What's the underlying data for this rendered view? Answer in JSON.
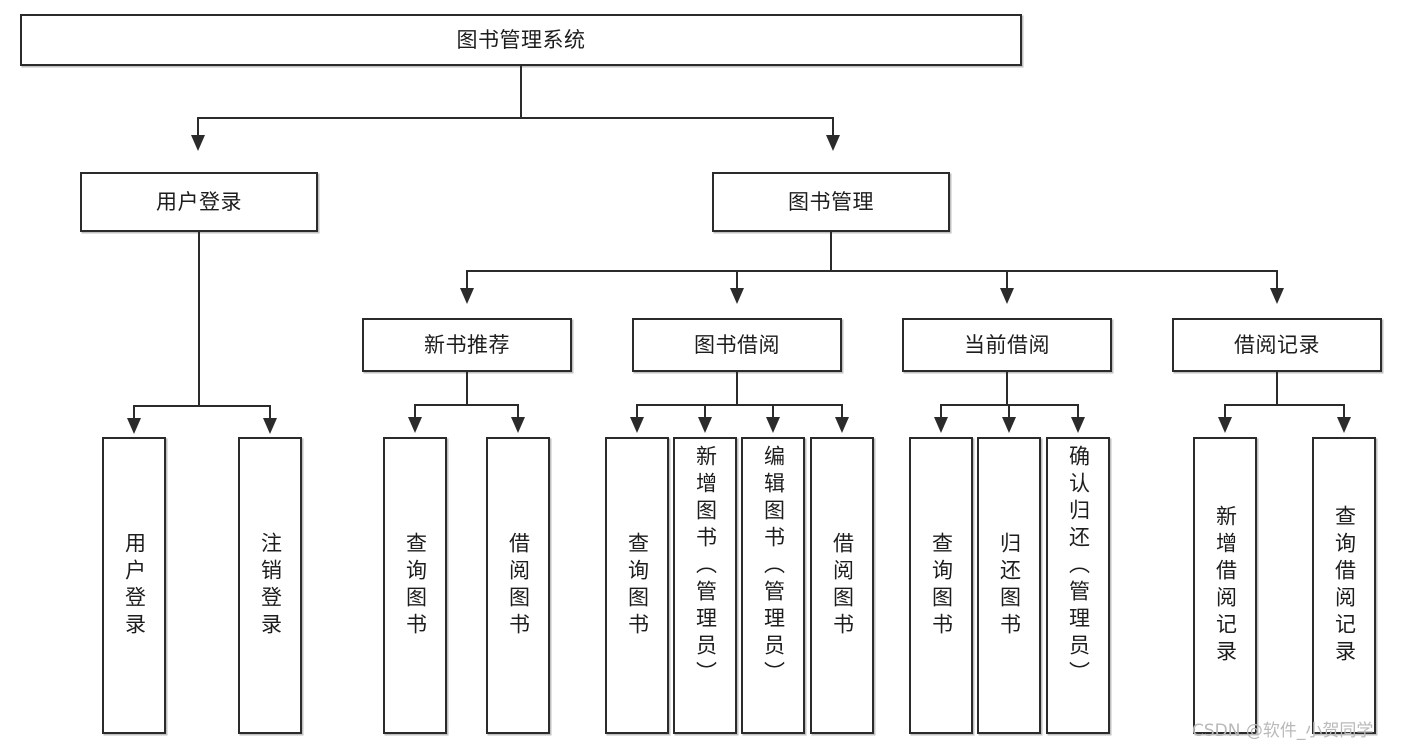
{
  "diagram": {
    "title": "图书管理系统",
    "type": "tree-hierarchy-diagram",
    "root": {
      "label": "图书管理系统"
    },
    "level2": [
      {
        "label": "用户登录"
      },
      {
        "label": "图书管理"
      }
    ],
    "level3": [
      {
        "label": "新书推荐"
      },
      {
        "label": "图书借阅"
      },
      {
        "label": "当前借阅"
      },
      {
        "label": "借阅记录"
      }
    ],
    "leaves": {
      "user_login": [
        {
          "label": "用户登录"
        },
        {
          "label": "注销登录"
        }
      ],
      "new_book_recommend": [
        {
          "label": "查询图书"
        },
        {
          "label": "借阅图书"
        }
      ],
      "book_borrow": [
        {
          "label": "查询图书"
        },
        {
          "label": "新增图书（管理员）"
        },
        {
          "label": "编辑图书（管理员）"
        },
        {
          "label": "借阅图书"
        }
      ],
      "current_borrow": [
        {
          "label": "查询图书"
        },
        {
          "label": "归还图书"
        },
        {
          "label": "确认归还（管理员）"
        }
      ],
      "borrow_record": [
        {
          "label": "新增借阅记录"
        },
        {
          "label": "查询借阅记录"
        }
      ]
    }
  },
  "watermark": {
    "text": "CSDN @软件_小贺同学"
  },
  "colors": {
    "stroke": "#2b2b2b",
    "fill": "#ffffff",
    "text": "#1d1d1d",
    "watermark": "#b9b9b9"
  }
}
